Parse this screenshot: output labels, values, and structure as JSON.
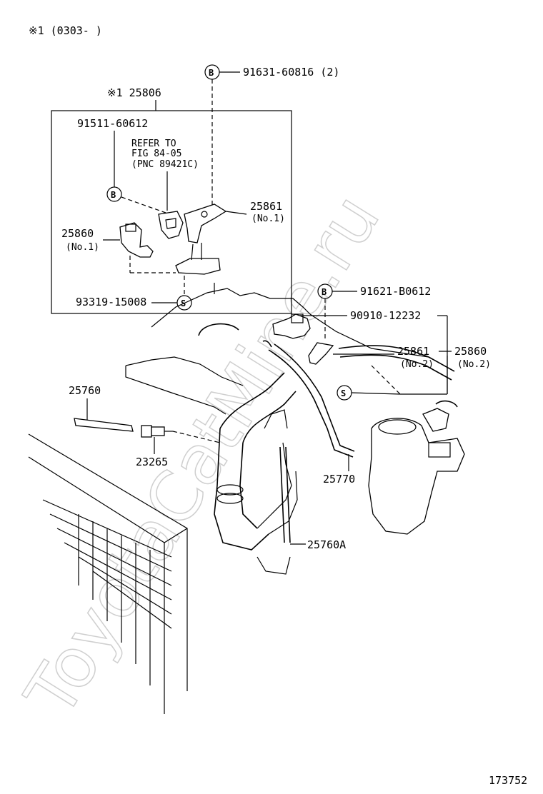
{
  "header_note": "※1 (0303-      )",
  "watermark": "ToyotaCatMine.ru",
  "figure_number": "173752",
  "callouts": {
    "box_part": "※1 25806",
    "bolt_b_top": "91631-60816 (2)",
    "bolt_b_box": "91511-60612",
    "refer_line1": "REFER TO",
    "refer_line2": "FIG 84-05",
    "refer_line3": "(PNC 89421C)",
    "bracket_no1": "25861",
    "bracket_no1_sub": "(No.1)",
    "vsv_no1": "25860",
    "vsv_no1_sub": "(No.1)",
    "screw_s_box": "93319-15008",
    "bolt_b_right": "91621-B0612",
    "hose_clip": "90910-12232",
    "bracket_no2": "25861",
    "bracket_no2_sub": "(No.2)",
    "vsv_no2": "25860",
    "vsv_no2_sub": "(No.2)",
    "pipe": "25760",
    "valve": "23265",
    "hose_25770": "25770",
    "pipe_a": "25760A"
  },
  "symbols": {
    "bolt": "B",
    "screw": "S"
  }
}
